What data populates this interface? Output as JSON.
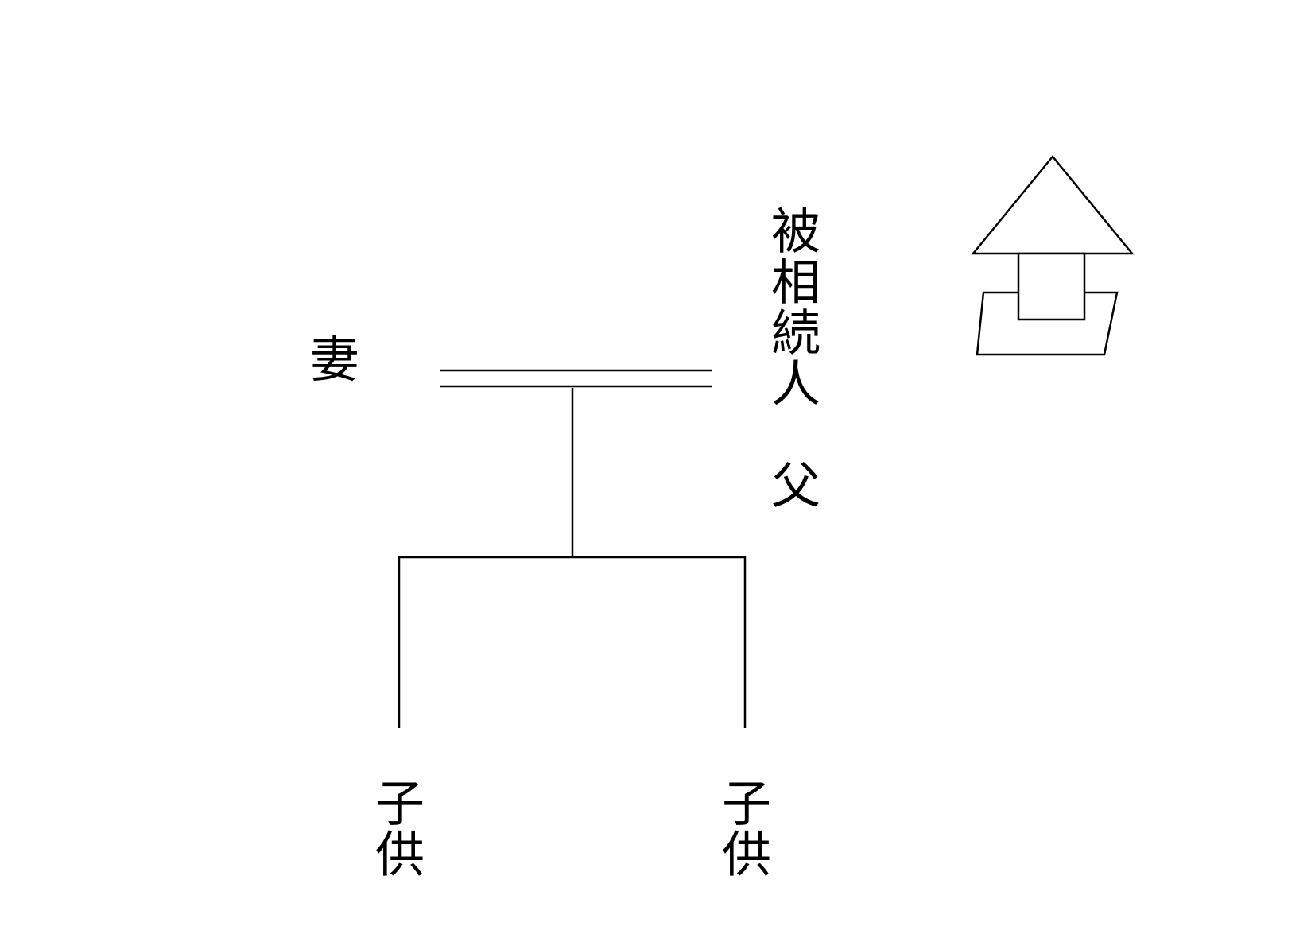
{
  "family_tree": {
    "wife": {
      "label": "妻"
    },
    "deceased": {
      "label": "被相続人　父"
    },
    "children": [
      {
        "label": "子供"
      },
      {
        "label": "子供"
      }
    ]
  },
  "icons": {
    "home_icon": "house-icon"
  },
  "colors": {
    "line": "#000000",
    "background": "#ffffff"
  }
}
